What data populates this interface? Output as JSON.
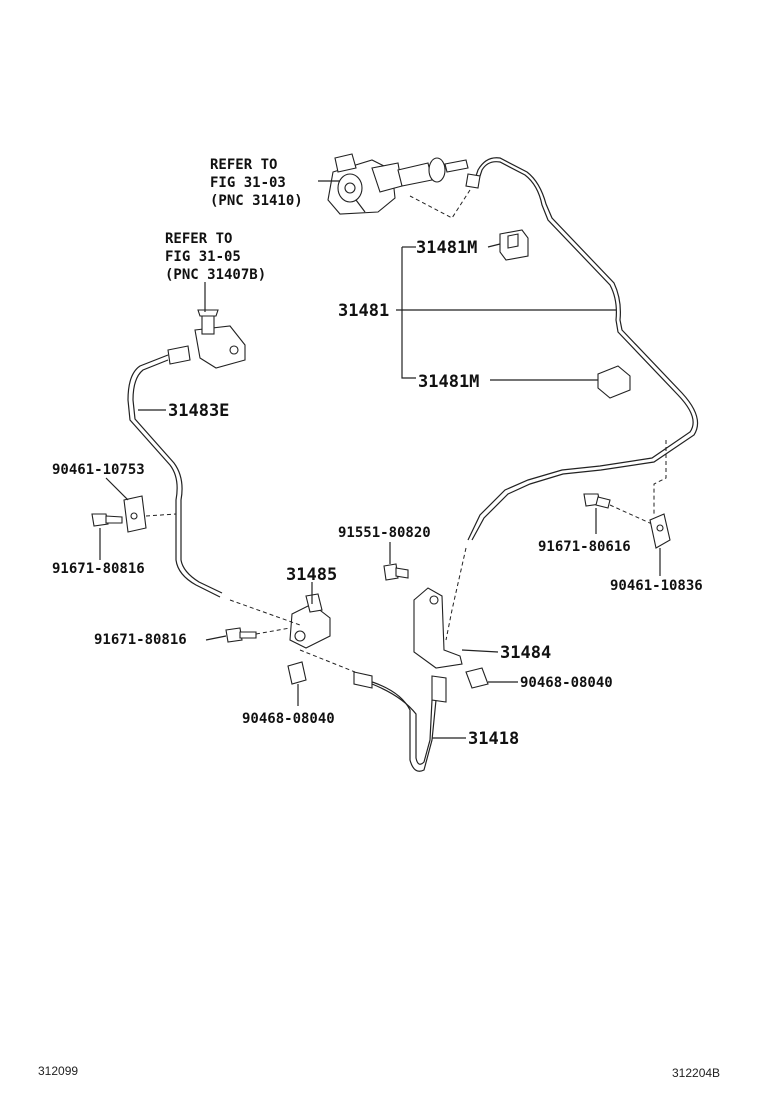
{
  "refs": {
    "top": [
      "REFER TO",
      "FIG 31-03",
      "(PNC 31410)"
    ],
    "left": [
      "REFER TO",
      "FIG 31-05",
      "(PNC 31407B)"
    ]
  },
  "parts": {
    "p31481M_a": "31481M",
    "p31481": "31481",
    "p31481M_b": "31481M",
    "p31483E": "31483E",
    "p90461_10753": "90461-10753",
    "p91671_80816_a": "91671-80816",
    "p91551_80820": "91551-80820",
    "p31485": "31485",
    "p91671_80616": "91671-80616",
    "p90461_10836": "90461-10836",
    "p91671_80816_b": "91671-80816",
    "p31484": "31484",
    "p90468_08040_a": "90468-08040",
    "p90468_08040_b": "90468-08040",
    "p31418": "31418"
  },
  "footer": {
    "left": "312099",
    "right": "312204B"
  }
}
